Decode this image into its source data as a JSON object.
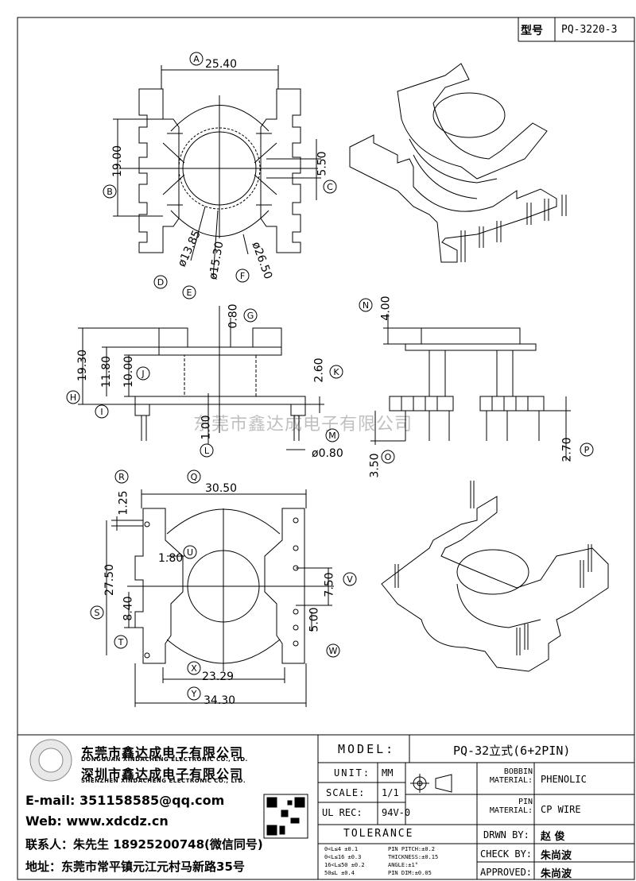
{
  "header": {
    "type_label": "型号",
    "part_number": "PQ-3220-3"
  },
  "watermark": "东莞市鑫达成电子有限公司",
  "dimensions": {
    "A": "25.40",
    "B": "19.00",
    "C": "5.50",
    "D": "ø13.85",
    "E": "ø15.30",
    "F": "ø26.50",
    "G": "0.80",
    "H": "19.30",
    "I_label": "11.80",
    "J": "10.00",
    "K": "2.60",
    "L": "1.00",
    "M": "ø0.80",
    "N": "4.00",
    "O": "3.50",
    "P": "2.70",
    "Q": "30.50",
    "R": "1.25",
    "S": "27.50",
    "T": "8.40",
    "U": "1.80",
    "V": "7.50",
    "W": "5.00",
    "X": "23.29",
    "Y": "34.30"
  },
  "callouts": [
    "A",
    "B",
    "C",
    "D",
    "E",
    "F",
    "G",
    "H",
    "I",
    "J",
    "K",
    "L",
    "M",
    "N",
    "O",
    "P",
    "Q",
    "R",
    "S",
    "T",
    "U",
    "V",
    "W",
    "X",
    "Y"
  ],
  "company": {
    "name_cn_1": "东莞市鑫达成电子有限公司",
    "name_en_1": "DONGGUAN XINDACHENG ELECTRONIC CO., LTD.",
    "name_cn_2": "深圳市鑫达成电子有限公司",
    "name_en_2": "SHENZHEN XINDACHENG ELECTRONIC CO., LTD.",
    "email": "E-mail: 351158585@qq.com",
    "web": "Web: www.xdcdz.cn",
    "contact": "联系人：朱先生 18925200748(微信同号)",
    "address": "地址：东莞市常平镇元江元村马新路35号"
  },
  "title_block": {
    "model_label": "MODEL:",
    "model_value": "PQ-32立式(6+2PIN)",
    "unit_label": "UNIT:",
    "unit_value": "MM",
    "scale_label": "SCALE:",
    "scale_value": "1/1",
    "ulrec_label": "UL REC:",
    "ulrec_value": "94V-0",
    "bobbin_label": "BOBBIN MATERIAL:",
    "bobbin_value": "PHENOLIC",
    "pin_label": "PIN MATERIAL:",
    "pin_value": "CP WIRE",
    "tolerance_label": "TOLERANCE",
    "tol": [
      "0<L≤4  ±0.1",
      "0<L≤16 ±0.3",
      "16<L≤50 ±0.2",
      "50≤L   ±0.4"
    ],
    "tol2": [
      "PIN PITCH:±0.2",
      "THICKNESS:±0.15",
      "ANGLE:±1°",
      "PIN DIM:±0.05"
    ],
    "drawn_label": "DRWN BY:",
    "drawn_value": "赵 俊",
    "check_label": "CHECK BY:",
    "check_value": "朱尚波",
    "approved_label": "APPROVED:",
    "approved_value": "朱尚波"
  }
}
